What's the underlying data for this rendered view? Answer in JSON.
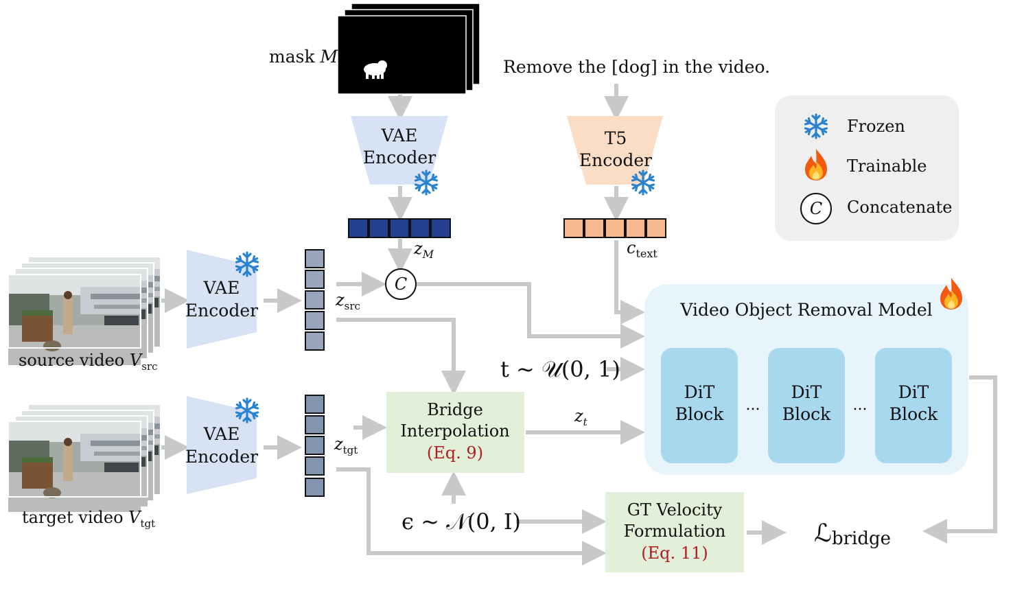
{
  "mask_label": {
    "text": "mask ",
    "var": "M"
  },
  "prompt_text": "Remove the [dog] in the video.",
  "vae_encoder_label": [
    "VAE",
    "Encoder"
  ],
  "t5_encoder_label": [
    "T5",
    "Encoder"
  ],
  "legend": {
    "frozen": "Frozen",
    "trainable": "Trainable",
    "concatenate": "Concatenate",
    "concat_symbol": "C"
  },
  "latents": {
    "z_M": {
      "main": "z",
      "sub": "M"
    },
    "c_text": {
      "main": "c",
      "sub": "text"
    },
    "z_src": {
      "main": "z",
      "sub": "src"
    },
    "z_tgt": {
      "main": "z",
      "sub": "tgt"
    },
    "z_t": {
      "main": "z",
      "sub": "t"
    }
  },
  "source_video": {
    "label": "source video ",
    "var": "V",
    "sub": "src"
  },
  "target_video": {
    "label": "target video ",
    "var": "V",
    "sub": "tgt"
  },
  "model": {
    "title": "Video Object Removal Model",
    "blocks": [
      [
        "DiT",
        "Block"
      ],
      [
        "DiT",
        "Block"
      ],
      [
        "DiT",
        "Block"
      ]
    ],
    "ellipsis": "..."
  },
  "timestep_formula": "t ~ 𝒰(0, 1)",
  "noise_formula": "ϵ ~ 𝒩(0, I)",
  "bridge": {
    "lines": [
      "Bridge",
      "Interpolation"
    ],
    "eq": "(Eq. 9)"
  },
  "gt_velocity": {
    "lines": [
      "GT Velocity",
      "Formulation"
    ],
    "eq": "(Eq. 11)"
  },
  "loss": {
    "main": "ℒ",
    "sub": "bridge"
  },
  "colors": {
    "arrow": "#c8c8c8",
    "vae_fill": "#d7e2f5",
    "t5_fill": "#fbdcc4",
    "mask_token": "#23418f",
    "text_token": "#f6b98e",
    "latent_token": "#97a6bd",
    "green_box": "#e2efd9",
    "model_bg": "#e8f4fb",
    "dit_block": "#a7d8ee",
    "eq_red": "#b21d1d",
    "legend_bg": "#efefef",
    "snowflake": "#2a83cf"
  }
}
